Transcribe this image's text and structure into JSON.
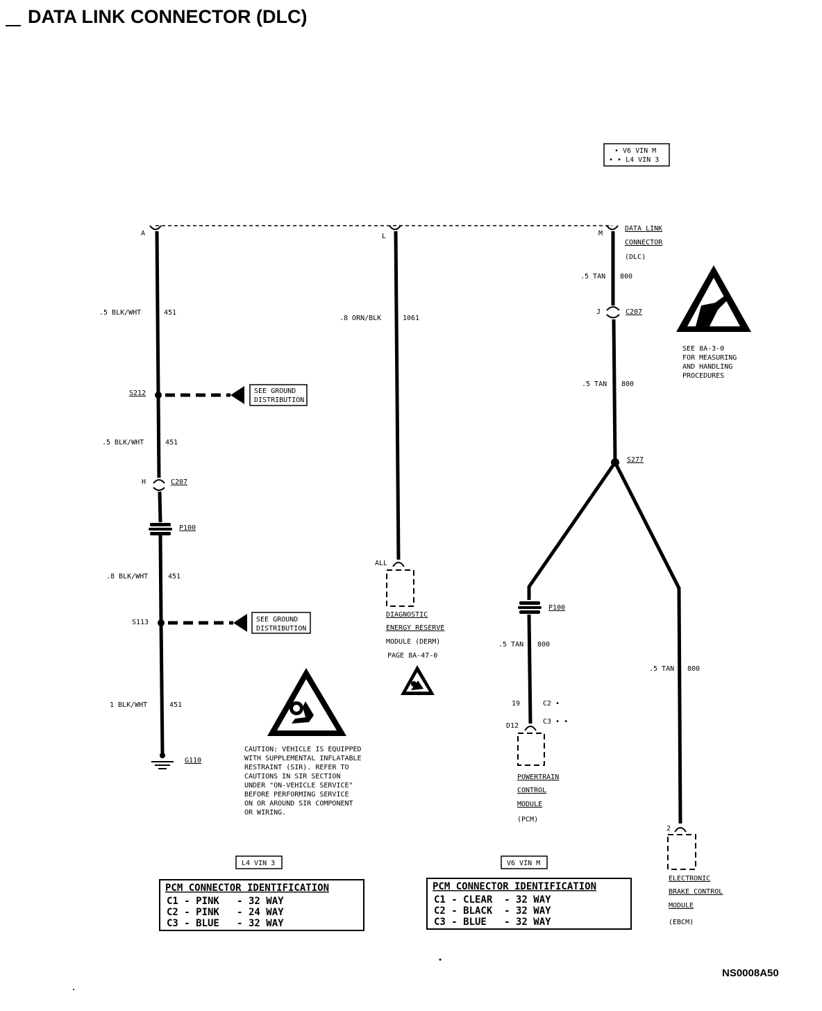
{
  "header": {
    "title": "DATA LINK CONNECTOR (DLC)"
  },
  "legend": {
    "v6": "• V6 VIN M",
    "l4": "• • L4 VIN 3"
  },
  "dlc": {
    "pin_a": "A",
    "pin_l": "L",
    "pin_m": "M",
    "name_line1": "DATA LINK",
    "name_line2": "CONNECTOR",
    "name_line3": "(DLC)"
  },
  "wire_a": {
    "seg1": ".5 BLK/WHT",
    "circuit": "451",
    "splice1": "S212",
    "ground_ref1_l1": "SEE GROUND",
    "ground_ref1_l2": "DISTRIBUTION",
    "seg2": ".5 BLK/WHT",
    "c207_pin": "H",
    "c207": "C207",
    "p100": "P100",
    "seg3": ".8 BLK/WHT",
    "splice2": "S113",
    "ground_ref2_l1": "SEE GROUND",
    "ground_ref2_l2": "DISTRIBUTION",
    "seg4": "1 BLK/WHT",
    "ground": "G110"
  },
  "wire_l": {
    "seg1": ".8 ORN/BLK",
    "circuit": "1061",
    "pin": "ALL",
    "module_l1": "DIAGNOSTIC",
    "module_l2": "ENERGY RESERVE",
    "module_l3": "MODULE (DERM)",
    "page": "PAGE 8A-47-0"
  },
  "wire_m": {
    "seg1": ".5 TAN",
    "circuit": "800",
    "c207_pin": "J",
    "c207": "C207",
    "seg2": ".5 TAN",
    "splice": "S277",
    "p100": "P100",
    "seg3": ".5 TAN",
    "pin_c2": "19",
    "c2": "C2 •",
    "pin_c3": "D12",
    "c3": "C3 • •",
    "pcm_l1": "POWERTRAIN",
    "pcm_l2": "CONTROL",
    "pcm_l3": "MODULE",
    "pcm_l4": "(PCM)",
    "seg4": ".5 TAN",
    "ebcm_pin": "2",
    "ebcm_l1": "ELECTRONIC",
    "ebcm_l2": "BRAKE CONTROL",
    "ebcm_l3": "MODULE",
    "ebcm_l4": "(EBCM)"
  },
  "esd_note": [
    "SEE 8A-3-0",
    "FOR MEASURING",
    "AND HANDLING",
    "PROCEDURES"
  ],
  "sir_caution": [
    "CAUTION: VEHICLE IS EQUIPPED",
    "WITH SUPPLEMENTAL INFLATABLE",
    "RESTRAINT (SIR). REFER TO",
    "CAUTIONS IN SIR SECTION",
    "UNDER \"ON-VEHICLE SERVICE\"",
    "BEFORE PERFORMING SERVICE",
    "ON OR AROUND SIR COMPONENT",
    "OR WIRING."
  ],
  "table_l4": {
    "tag": "L4 VIN 3",
    "title": "PCM CONNECTOR IDENTIFICATION",
    "rows": [
      "C1 - PINK   - 32 WAY",
      "C2 - PINK   - 24 WAY",
      "C3 - BLUE   - 32 WAY"
    ]
  },
  "table_v6": {
    "tag": "V6 VIN M",
    "title": "PCM CONNECTOR IDENTIFICATION",
    "rows": [
      "C1 - CLEAR  - 32 WAY",
      "C2 - BLACK  - 32 WAY",
      "C3 - BLUE   - 32 WAY"
    ]
  },
  "footer": {
    "code": "NS0008A50"
  }
}
